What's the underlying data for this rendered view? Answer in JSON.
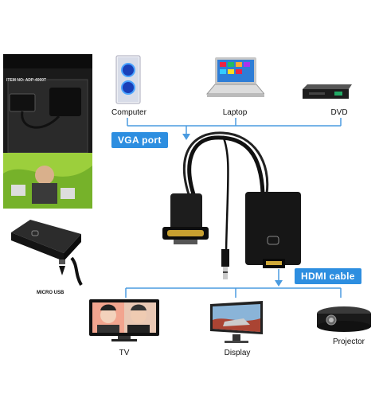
{
  "package": {
    "item_no": "ITEM NO: ADP-4000T"
  },
  "sources": {
    "computer": "Computer",
    "laptop": "Laptop",
    "dvd": "DVD"
  },
  "callouts": {
    "vga": "VGA port",
    "hdmi": "HDMI cable"
  },
  "adapter": {
    "port_label": "MICRO USB"
  },
  "outputs": {
    "tv": "TV",
    "display": "Display",
    "projector": "Projector"
  },
  "colors": {
    "accent_line": "#4a9be0",
    "callout_bg": "#2d8ee0",
    "package_green": "#9ccf3c"
  }
}
